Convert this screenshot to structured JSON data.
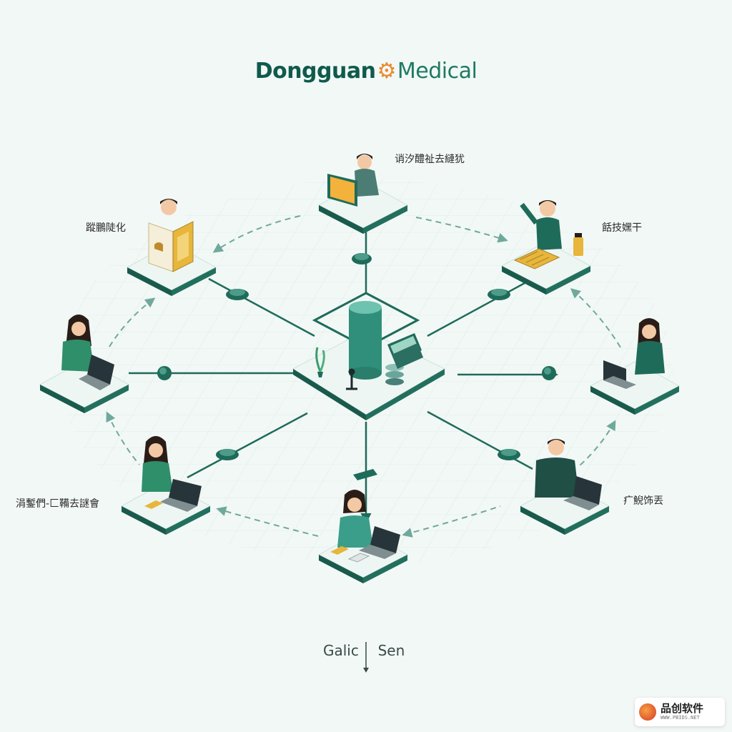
{
  "header": {
    "brand_left": "Dongguan",
    "brand_right": "Medical"
  },
  "nodes": [
    {
      "id": "top",
      "label": "诮汐醴祉去縺犹"
    },
    {
      "id": "upper-left",
      "label": "蹤鵬陡化"
    },
    {
      "id": "upper-right",
      "label": "餂技嫼干"
    },
    {
      "id": "mid-left",
      "label": ""
    },
    {
      "id": "mid-right",
      "label": ""
    },
    {
      "id": "lower-left",
      "label": "涓鏨們-匚鞴去謎會"
    },
    {
      "id": "lower-right",
      "label": "疒鯢饰丟"
    },
    {
      "id": "bottom",
      "label": ""
    }
  ],
  "footer": {
    "left": "Galic",
    "right": "Sen"
  },
  "watermark": {
    "name": "品创软件",
    "url": "WWW.PBIDS.NET"
  },
  "colors": {
    "primary": "#0f5a4c",
    "accent": "#2f8f7a",
    "platform_top": "#ecf5f2",
    "platform_side": "#1f6b5a",
    "skin": "#f3c9a5",
    "hair": "#2a1d17",
    "gold": "#e7b63a",
    "gear": "#e8892b"
  }
}
